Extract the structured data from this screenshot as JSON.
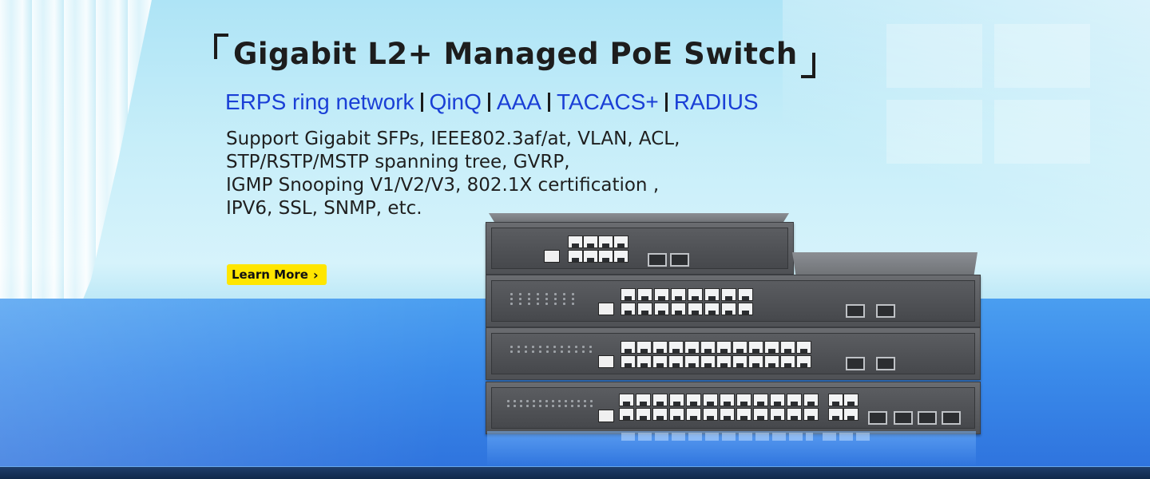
{
  "banner": {
    "title": "Gigabit L2+ Managed PoE Switch",
    "tags": [
      "ERPS ring network",
      "QinQ",
      "AAA",
      "TACACS+",
      "RADIUS"
    ],
    "description_lines": [
      "Support Gigabit SFPs, IEEE802.3af/at, VLAN, ACL,",
      "STP/RSTP/MSTP spanning tree, GVRP,",
      "IGMP Snooping V1/V2/V3, 802.1X certification ,",
      "IPV6, SSL, SNMP, etc."
    ],
    "cta_label": "Learn More",
    "cta_icon": "chevron-right-icon",
    "colors": {
      "accent_button": "#ffe600",
      "tag_text": "#1a3fd6",
      "floor": "#3a8aea",
      "sky": "#c7eef9"
    }
  }
}
